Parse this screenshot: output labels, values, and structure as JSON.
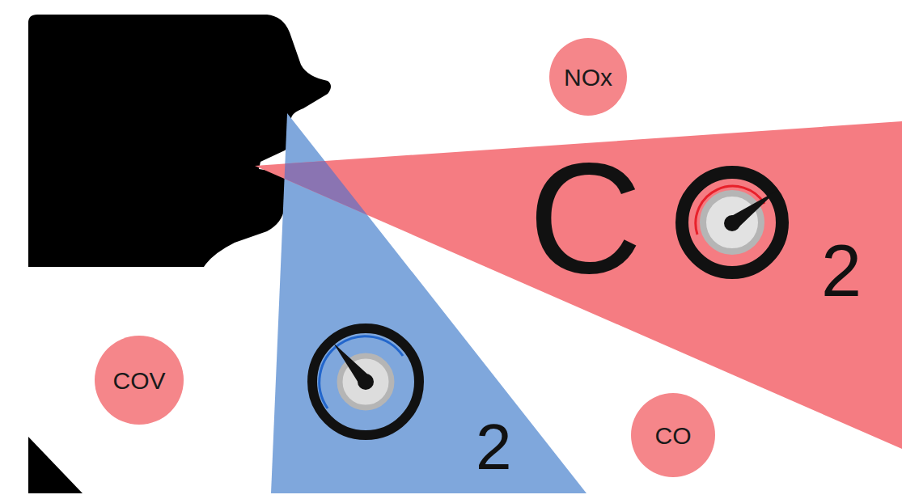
{
  "diagram": {
    "nodes": [
      {
        "text": [
          "NOx"
        ]
      },
      {
        "text": [
          "COV"
        ]
      },
      {
        "text": [
          "CO"
        ]
      }
    ],
    "labels": [
      "C",
      "2",
      "2"
    ]
  }
}
